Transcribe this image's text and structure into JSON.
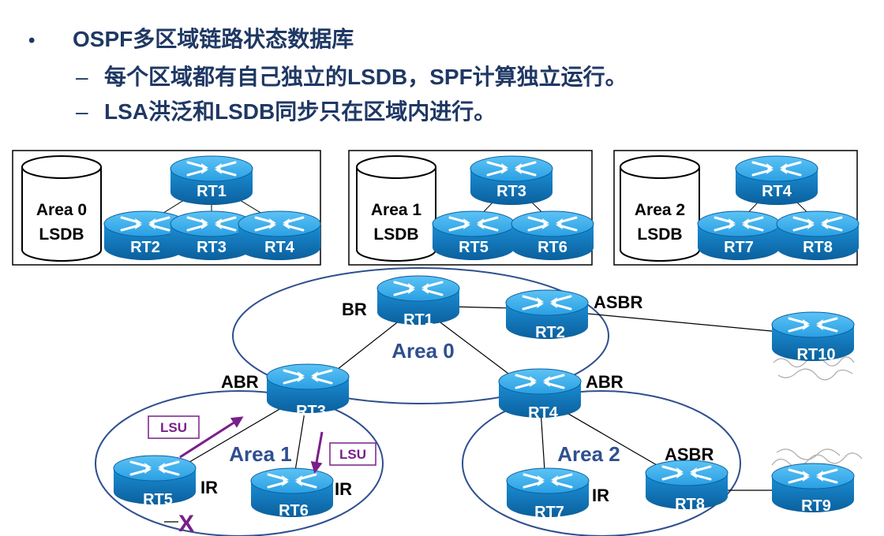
{
  "heading": {
    "bullet": "•",
    "title": "OSPF多区域链路状态数据库",
    "dash": "–",
    "points": [
      "每个区域都有自己独立的LSDB，SPF计算独立运行。",
      "LSA洪泛和LSDB同步只在区域内进行。"
    ]
  },
  "lsdb_panels": [
    {
      "db_line1": "Area 0",
      "db_line2": "LSDB",
      "top_router": "RT1",
      "bottom_routers": [
        "RT2",
        "RT3",
        "RT4"
      ]
    },
    {
      "db_line1": "Area 1",
      "db_line2": "LSDB",
      "top_router": "RT3",
      "bottom_routers": [
        "RT5",
        "RT6"
      ]
    },
    {
      "db_line1": "Area 2",
      "db_line2": "LSDB",
      "top_router": "RT4",
      "bottom_routers": [
        "RT7",
        "RT8"
      ]
    }
  ],
  "topology": {
    "routers": [
      "RT1",
      "RT2",
      "RT3",
      "RT4",
      "RT5",
      "RT6",
      "RT7",
      "RT8",
      "RT9",
      "RT10"
    ],
    "roles": {
      "br": "BR",
      "asbr_rt2": "ASBR",
      "abr_rt3": "ABR",
      "abr_rt4": "ABR",
      "asbr_rt8": "ASBR",
      "ir_rt5": "IR",
      "ir_rt6": "IR",
      "ir_rt7": "IR"
    },
    "areas": [
      "Area 0",
      "Area 1",
      "Area 2"
    ],
    "lsu_labels": [
      "LSU",
      "LSU"
    ],
    "failure_mark": "X"
  },
  "colors": {
    "heading": "#1f3864",
    "router_body": "#1b8fd6",
    "area_text": "#2f4f8f",
    "lsu": "#7a1f8a"
  }
}
